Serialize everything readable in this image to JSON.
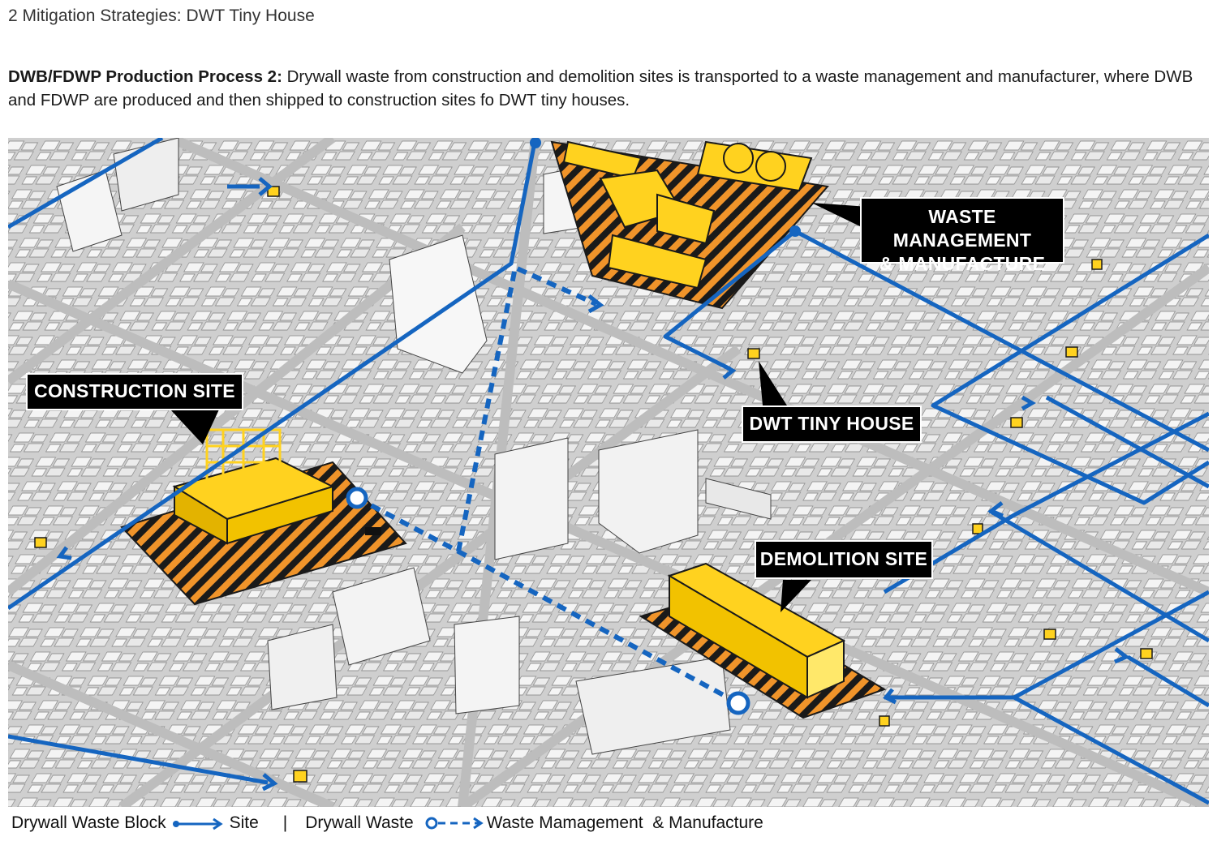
{
  "header": {
    "title": "2 Mitigation Strategies: DWT Tiny House"
  },
  "description": {
    "lead": "DWB/FDWP Production Process 2:",
    "body": "Drywall waste from construction and demolition sites is transported to a waste management and manufacturer, where DWB and FDWP are produced and then shipped to construction sites fo DWT tiny houses."
  },
  "labels": {
    "construction": "CONSTRUCTION SITE",
    "waste_line1": "WASTE MANAGEMENT",
    "waste_line2": "& MANUFACTURE",
    "tiny_house": "DWT TINY HOUSE",
    "demolition": "DEMOLITION SITE"
  },
  "legend": {
    "block_label": "Drywall Waste Block",
    "site_label": "Site",
    "separator": "|",
    "waste_label": "Drywall Waste",
    "manufacture_label": "Waste Mamagement  & Manufacture"
  },
  "colors": {
    "route_blue": "#1565c0",
    "highlight_yellow": "#ffd21f",
    "hatch_orange": "#f0942a",
    "callout_bg": "#000000",
    "map_bg": "#d9d9d9"
  }
}
